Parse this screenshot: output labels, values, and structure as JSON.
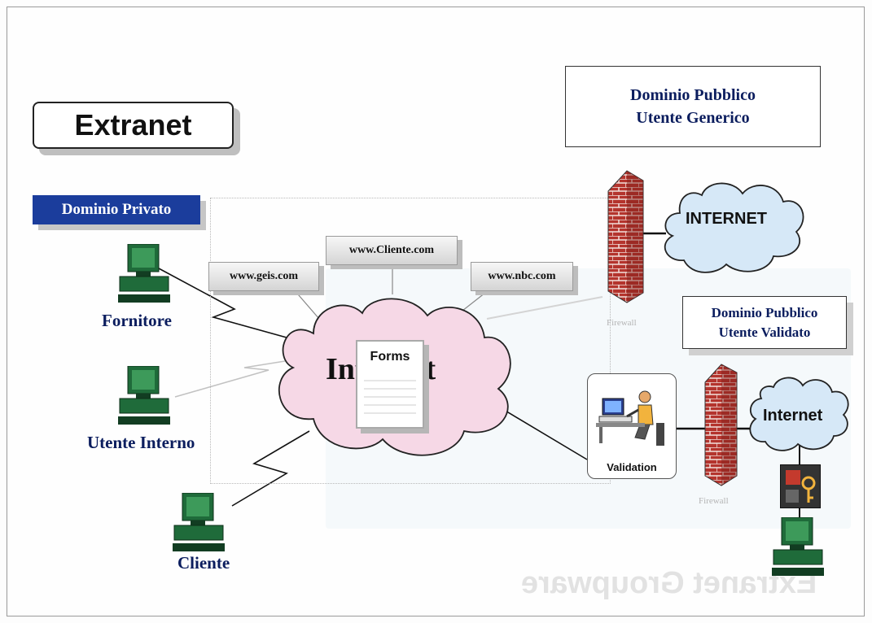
{
  "title": "Extranet",
  "private_domain": "Dominio Privato",
  "public_domain": {
    "line1": "Dominio Pubblico",
    "line2": "Utente Generico"
  },
  "validated_domain": {
    "line1": "Dominio Pubblico",
    "line2": "Utente Validato"
  },
  "servers": [
    {
      "label": "www.geis.com"
    },
    {
      "label": "www.Cliente.com"
    },
    {
      "label": "www.nbc.com"
    }
  ],
  "clouds": {
    "intranet": "Intranet",
    "internet_top": "INTERNET",
    "internet_bottom": "Internet"
  },
  "forms": "Forms",
  "validation": "Validation",
  "firewall": "Firewall",
  "users": {
    "fornitore": "Fornitore",
    "utente_interno": "Utente Interno",
    "cliente": "Cliente"
  },
  "ghost_title": "Extranet Groupware",
  "colors": {
    "private_domain_bg": "#1b3d9c",
    "label_text": "#0b1d5e",
    "intranet_cloud": "#f6d8e6",
    "internet_cloud": "#d6e8f7",
    "firewall_brick": "#b4342d",
    "pc_green": "#1f6b3a"
  },
  "icons": [
    "firewall-icon",
    "computer-icon",
    "cloud-icon",
    "person-at-computer-icon",
    "keys-icon",
    "document-icon"
  ]
}
